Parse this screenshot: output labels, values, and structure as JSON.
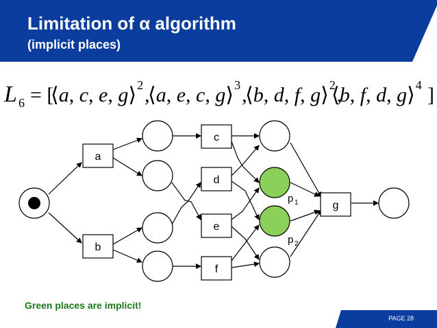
{
  "slide": {
    "title": "Limitation of α algorithm",
    "subtitle": "(implicit places)",
    "note": "Green places are implicit!",
    "page_label": "PAGE 28",
    "colors": {
      "brand_blue": "#0a3d9e",
      "implicit_green": "#8bd05a",
      "note_green": "#1a7a1a"
    }
  },
  "formula": {
    "log_name": "L",
    "log_index": "6",
    "traces": [
      {
        "events": [
          "a",
          "c",
          "e",
          "g"
        ],
        "count": "2"
      },
      {
        "events": [
          "a",
          "e",
          "c",
          "g"
        ],
        "count": "3"
      },
      {
        "events": [
          "b",
          "d",
          "f",
          "g"
        ],
        "count": "2"
      },
      {
        "events": [
          "b",
          "f",
          "d",
          "g"
        ],
        "count": "4"
      }
    ]
  },
  "petri_net": {
    "transitions": {
      "a": "a",
      "b": "b",
      "c": "c",
      "d": "d",
      "e": "e",
      "f": "f",
      "g": "g"
    },
    "implicit_places": [
      {
        "label": "p",
        "index": "1"
      },
      {
        "label": "p",
        "index": "2"
      }
    ],
    "start_place_has_token": true
  }
}
